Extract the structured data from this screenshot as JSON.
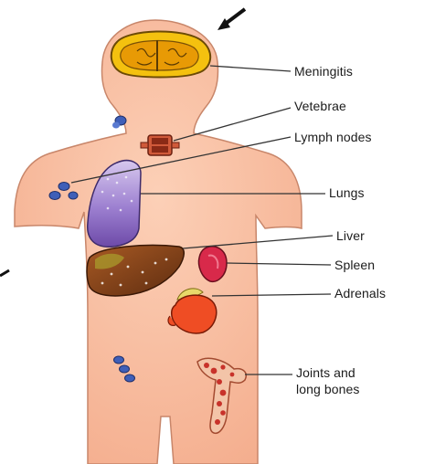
{
  "labels": {
    "meningitis": "Meningitis",
    "vertebrae": "Vetebrae",
    "lymph_nodes": "Lymph nodes",
    "lungs": "Lungs",
    "liver": "Liver",
    "spleen": "Spleen",
    "adrenals": "Adrenals",
    "joints_line1": "Joints and",
    "joints_line2": "long bones"
  },
  "colors": {
    "skin": "#f7b89a",
    "skin_outline": "#c8866a",
    "brain_outer": "#f4c10f",
    "brain_inner": "#e89a05",
    "lungs": "#8a6bc1",
    "liver": "#7a3f1a",
    "spleen": "#d8294a",
    "adrenal": "#ef4d24",
    "lymph": "#3f5fb8",
    "bone": "#c8322a"
  }
}
